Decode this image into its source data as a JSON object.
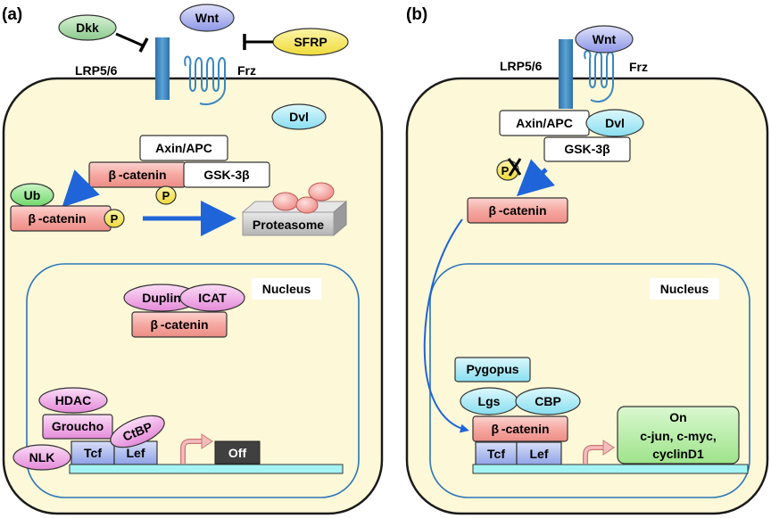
{
  "panel_a": {
    "label": "(a)",
    "dkk": "Dkk",
    "wnt": "Wnt",
    "sfrp": "SFRP",
    "lrp": "LRP5/6",
    "frz": "Frz",
    "dvl": "Dvl",
    "axin_apc": "Axin/APC",
    "beta_catenin": "β -catenin",
    "gsk3b": "GSK-3β",
    "p": "P",
    "ub": "Ub",
    "proteasome": "Proteasome",
    "nucleus": "Nucleus",
    "duplin": "Duplin",
    "icat": "ICAT",
    "hdac": "HDAC",
    "groucho": "Groucho",
    "ctbp": "CtBP",
    "nlk": "NLK",
    "tcf": "Tcf",
    "lef": "Lef",
    "off": "Off"
  },
  "panel_b": {
    "label": "(b)",
    "wnt": "Wnt",
    "lrp": "LRP5/6",
    "frz": "Frz",
    "axin_apc": "Axin/APC",
    "dvl": "Dvl",
    "gsk3b": "GSK-3β",
    "p": "P",
    "beta_catenin": "β -catenin",
    "nucleus": "Nucleus",
    "pygopus": "Pygopus",
    "lgs": "Lgs",
    "cbp": "CBP",
    "tcf": "Tcf",
    "lef": "Lef",
    "on_line1": "On",
    "on_line2": "c-jun, c-myc,",
    "on_line3": "cyclinD1"
  },
  "colors": {
    "cell_fill": "#fdf8d8",
    "membrane": "#1a1a1a",
    "nucleus_border": "#2e75b6",
    "receptor": "#3a87c0",
    "arrow": "#1f64d8",
    "beta_catenin": "#f6a8a2",
    "dkk": "#9fd6a0",
    "wnt": "#a9aff0",
    "sfrp": "#f7ea5e",
    "dvl": "#a8ecf7",
    "phospho": "#f8e400",
    "ub": "#8fe68a",
    "pink": "#f1a3e8",
    "tcf_lef": "#a9b9ee",
    "dna": "#a5f4f4",
    "on_box": "#b4f0a0",
    "off_box": "#404040",
    "proteasome": "#c8c8c8"
  }
}
